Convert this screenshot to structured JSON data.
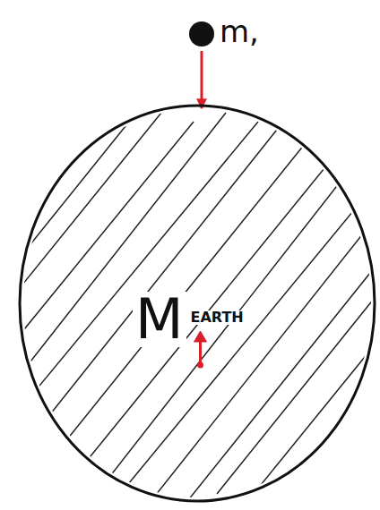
{
  "diagram": {
    "nodes": [
      {
        "text": [
          "m,"
        ]
      },
      {
        "text": [
          "M",
          "EARTH"
        ]
      }
    ],
    "edges": [
      {
        "from": 0,
        "to": 1,
        "arrow": "to"
      }
    ]
  }
}
